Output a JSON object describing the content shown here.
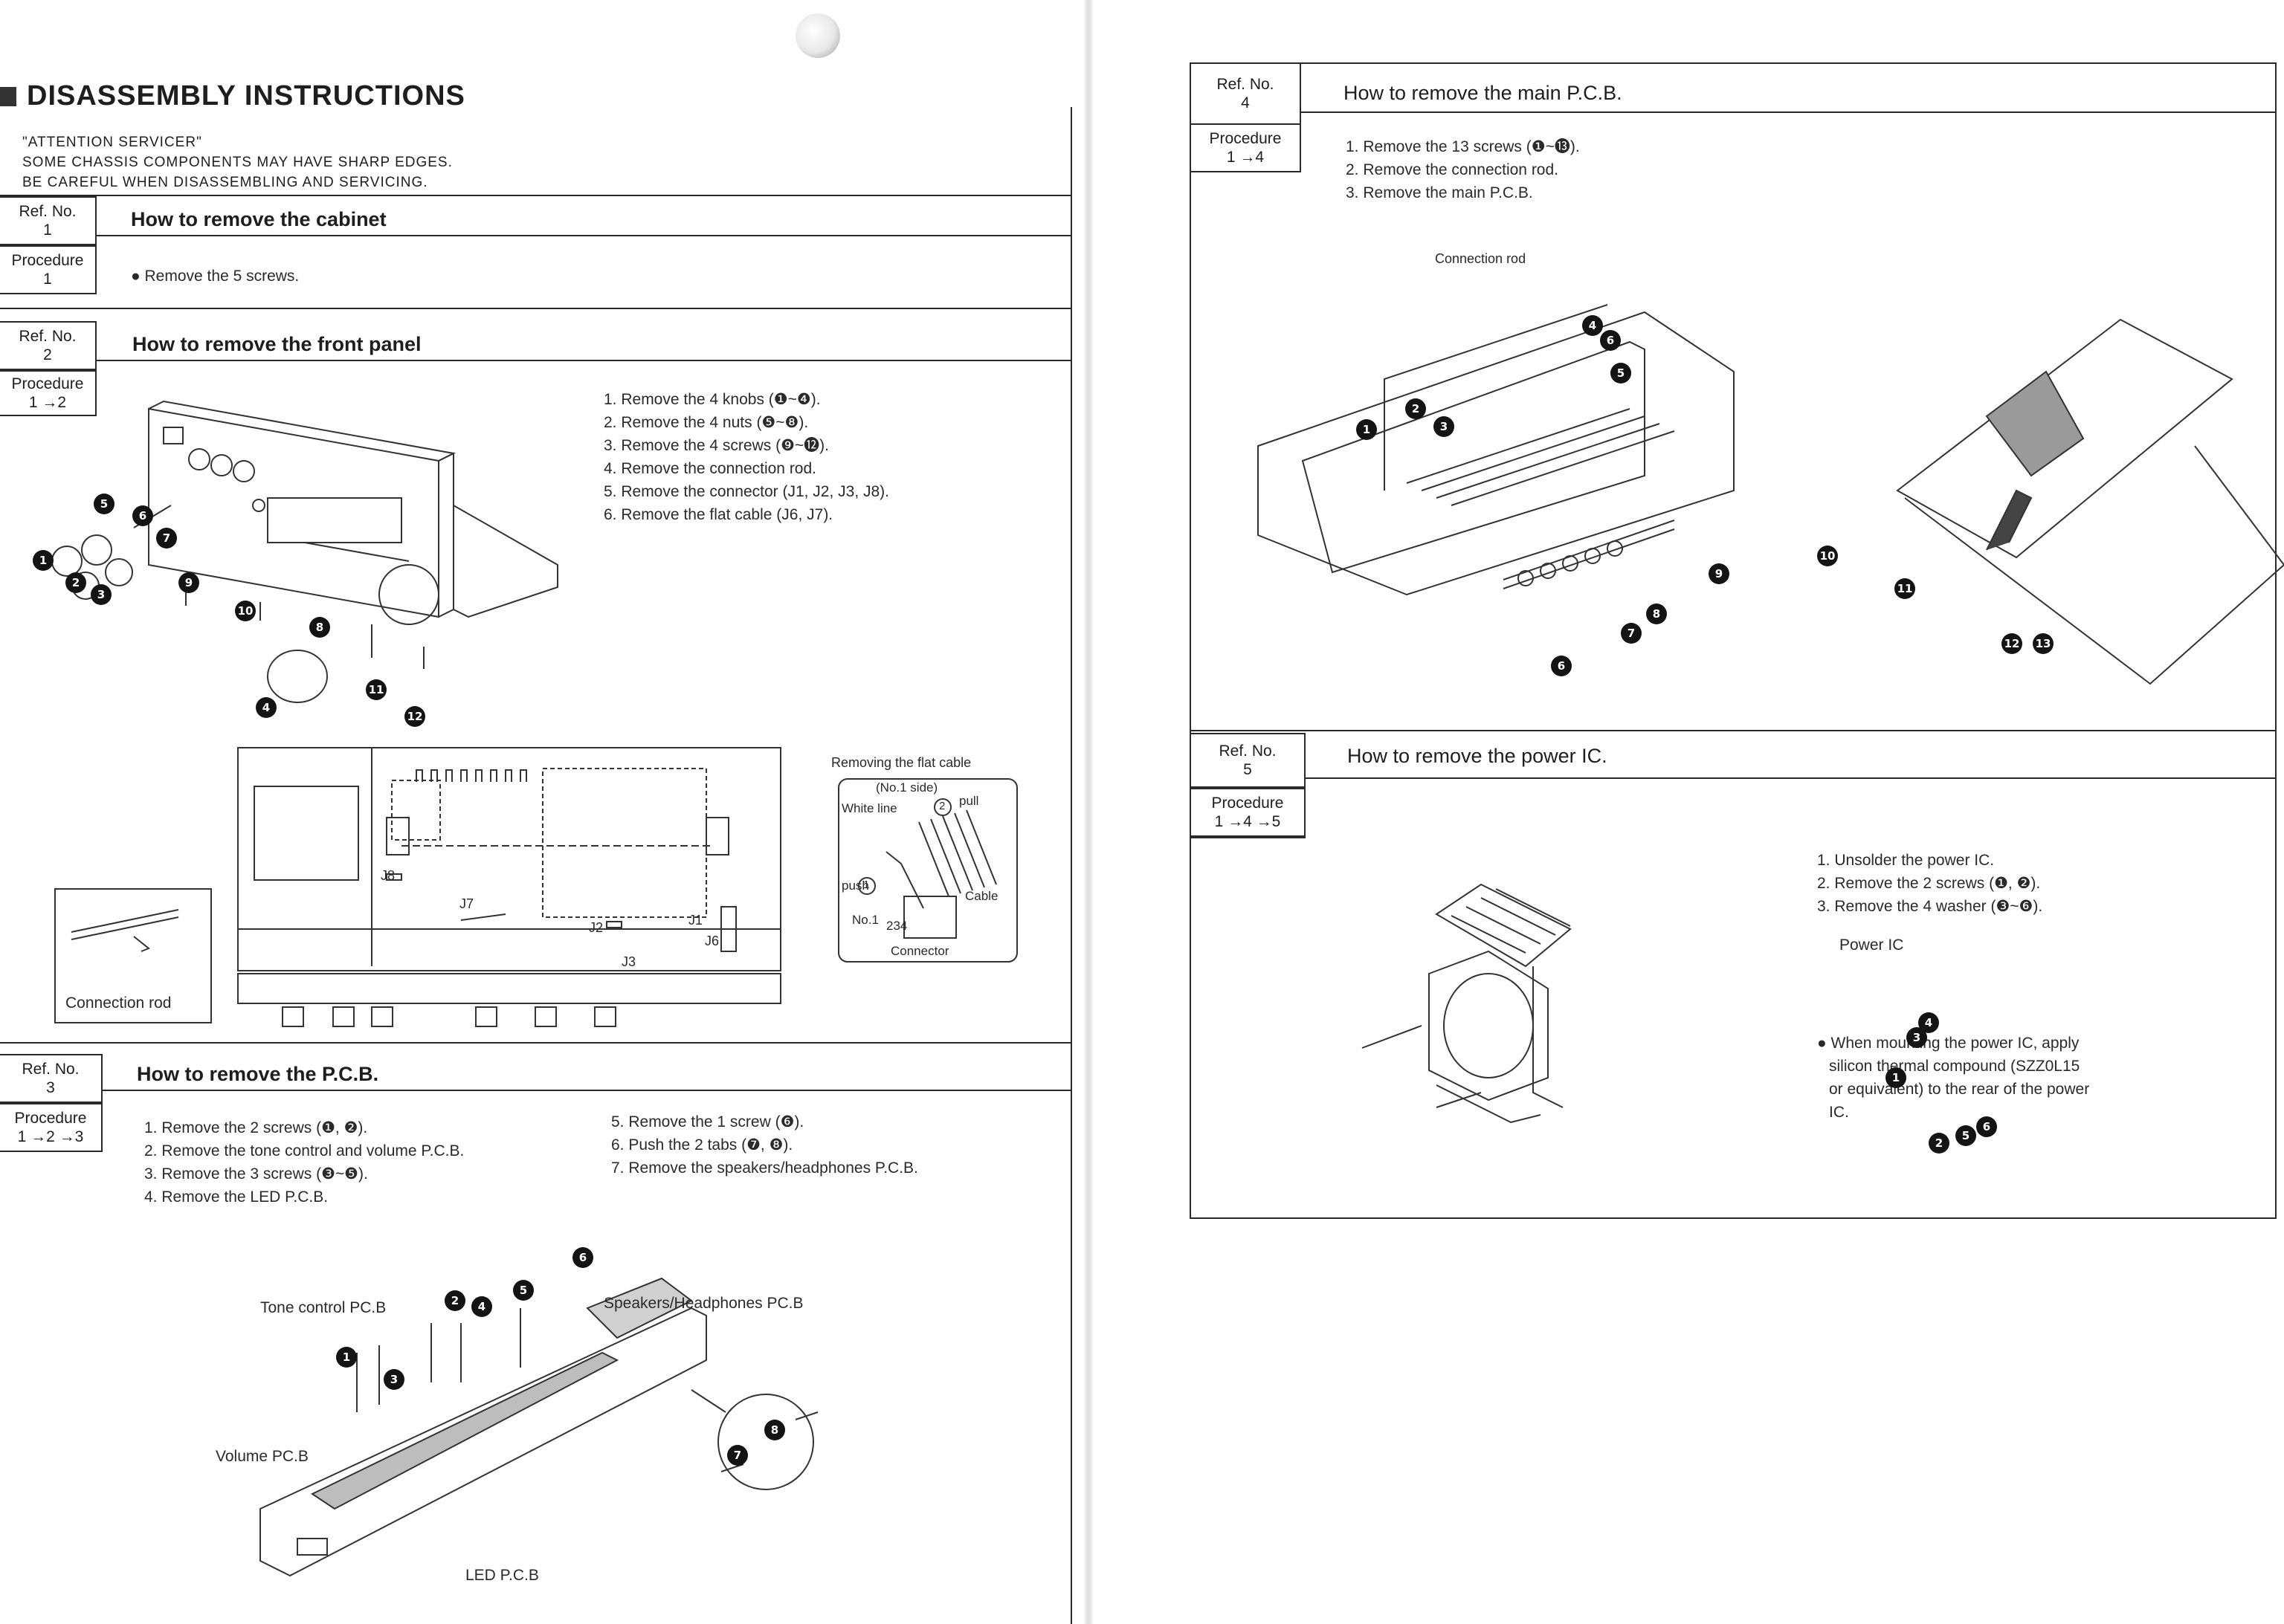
{
  "title": "DISASSEMBLY INSTRUCTIONS",
  "attention": [
    "\"ATTENTION SERVICER\"",
    "SOME CHASSIS COMPONENTS MAY HAVE SHARP EDGES.",
    "BE CAREFUL WHEN DISASSEMBLING AND SERVICING."
  ],
  "labels": {
    "ref_no": "Ref. No.",
    "procedure": "Procedure"
  },
  "sections": [
    {
      "ref": "1",
      "procedure": "1",
      "title": "How to remove the cabinet",
      "steps": [
        "● Remove the 5 screws."
      ]
    },
    {
      "ref": "2",
      "procedure": "1 →2",
      "title": "How to remove the front panel",
      "steps": [
        "1. Remove the 4 knobs (❶~❹).",
        "2. Remove the 4 nuts (❺~❽).",
        "3. Remove the 4 screws (❾~⓬).",
        "4. Remove the connection rod.",
        "5. Remove the connector (J1, J2, J3, J8).",
        "6. Remove the flat cable (J6, J7)."
      ],
      "callout": {
        "heading": "Removing the flat cable",
        "no1_side": "(No.1 side)",
        "white_line": "White line",
        "pull": "pull",
        "push": "push",
        "cable": "Cable",
        "no1": "No.1",
        "digits": "234",
        "connector": "Connector",
        "num1": "1",
        "num2": "2"
      },
      "diagram_labels": {
        "connection_rod": "Connection rod",
        "j1": "J1",
        "j2": "J2",
        "j3": "J3",
        "j6": "J6",
        "j7": "J7",
        "j8": "J8"
      }
    },
    {
      "ref": "3",
      "procedure": "1 →2 →3",
      "title": "How to remove the P.C.B.",
      "steps_left": [
        "1. Remove the 2 screws (❶, ❷).",
        "2. Remove the tone control and volume P.C.B.",
        "3. Remove the 3 screws (❸~❺).",
        "4. Remove the LED P.C.B."
      ],
      "steps_right": [
        "5. Remove the 1 screw (❻).",
        "6. Push the 2 tabs (❼, ❽).",
        "7. Remove the speakers/headphones P.C.B."
      ],
      "diagram_labels": {
        "tone": "Tone control PC.B",
        "speakers": "Speakers/Headphones PC.B",
        "volume": "Volume PC.B",
        "led": "LED P.C.B"
      }
    },
    {
      "ref": "4",
      "procedure": "1 →4",
      "title": "How to remove the main P.C.B.",
      "steps": [
        "1. Remove the 13 screws (❶~⓭).",
        "2. Remove the connection rod.",
        "3. Remove the main P.C.B."
      ],
      "diagram_labels": {
        "connection_rod": "Connection rod"
      }
    },
    {
      "ref": "5",
      "procedure": "1 →4 →5",
      "title": "How to remove the power IC.",
      "steps": [
        "1. Unsolder the power IC.",
        "2. Remove the 2 screws (❶, ❷).",
        "3. Remove the 4 washer (❸~❻)."
      ],
      "note": [
        "● When mounting the power IC, apply",
        "silicon thermal compound (SZZ0L15",
        "or equivalent) to the rear of the power",
        "IC."
      ],
      "diagram_labels": {
        "power_ic": "Power IC"
      }
    }
  ],
  "bubbles": [
    "1",
    "2",
    "3",
    "4",
    "5",
    "6",
    "7",
    "8",
    "9",
    "10",
    "11",
    "12",
    "13"
  ]
}
